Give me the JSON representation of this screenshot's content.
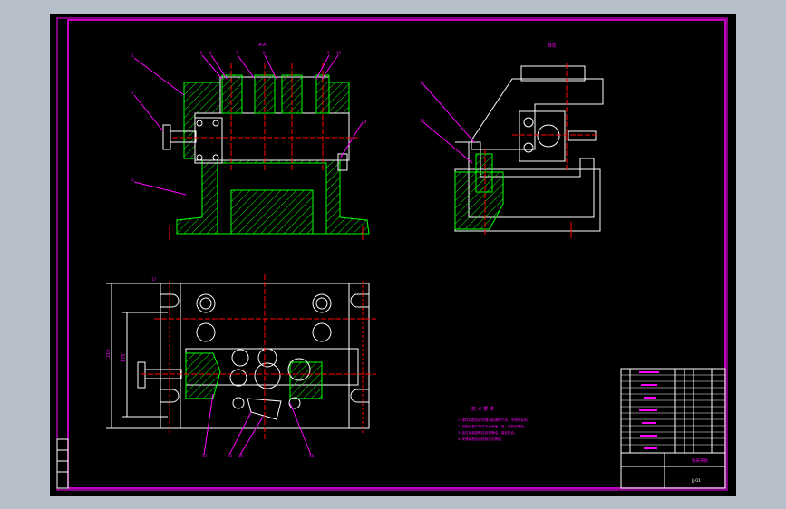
{
  "drawing": {
    "section_label_front": "A-A",
    "section_label_side": "B向",
    "dimension_left_outer": "210",
    "dimension_left_inner": "175",
    "tech_req_title": "技 术 要 求",
    "tech_req_lines": [
      "1. 零件装配前必须清洗和清理干净，不得有毛刺。",
      "2. 装配过程中零件不允许磕、碰、划伤和锈蚀。",
      "3. 定位销装配时应涂润滑油，保证配合。",
      "4. 夹具装配后应检验定位精度。"
    ],
    "part_numbers_front": [
      "1",
      "2",
      "3",
      "4",
      "5",
      "6",
      "7",
      "8",
      "9",
      "10"
    ],
    "part_numbers_plan": [
      "11",
      "12",
      "13",
      "14",
      "15",
      "16",
      "17"
    ],
    "title_block_name": "钻床夹具",
    "title_block_code": "JJ-01"
  },
  "colors": {
    "background": "#000000",
    "border": "#ff00ff",
    "outline": "#ffffff",
    "hatch": "#00ff00",
    "centerline": "#ff0000",
    "text": "#ff00ff"
  }
}
